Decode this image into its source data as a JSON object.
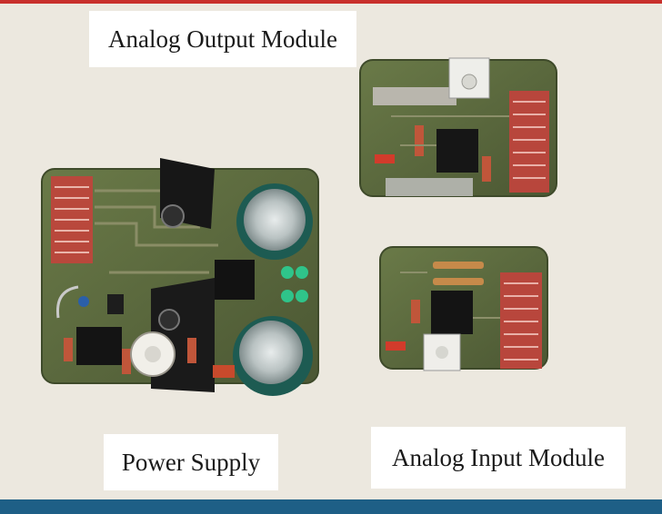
{
  "labels": {
    "analog_output": "Analog Output Module",
    "power_supply": "Power Supply",
    "analog_input": "Analog Input Module"
  },
  "colors": {
    "background": "#ece8df",
    "pcb": "#55643a",
    "connector": "#c0433a",
    "capacitor": "#1d5b52",
    "accent_stripe": "#c8302c",
    "bottom_bar": "#1e5f86"
  }
}
